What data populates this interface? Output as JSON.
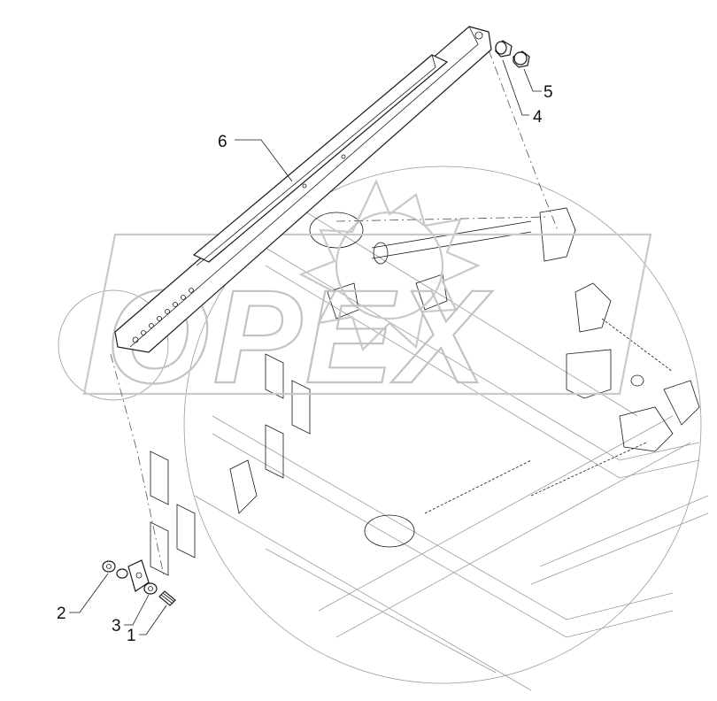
{
  "watermark": {
    "brand": "OPEX"
  },
  "callouts": [
    {
      "id": "1",
      "label": "1"
    },
    {
      "id": "2",
      "label": "2"
    },
    {
      "id": "3",
      "label": "3"
    },
    {
      "id": "4",
      "label": "4"
    },
    {
      "id": "5",
      "label": "5"
    },
    {
      "id": "6",
      "label": "6"
    }
  ],
  "colors": {
    "line": "#1a1a1a",
    "watermark": "#c2c2c2",
    "background": "#ffffff"
  }
}
